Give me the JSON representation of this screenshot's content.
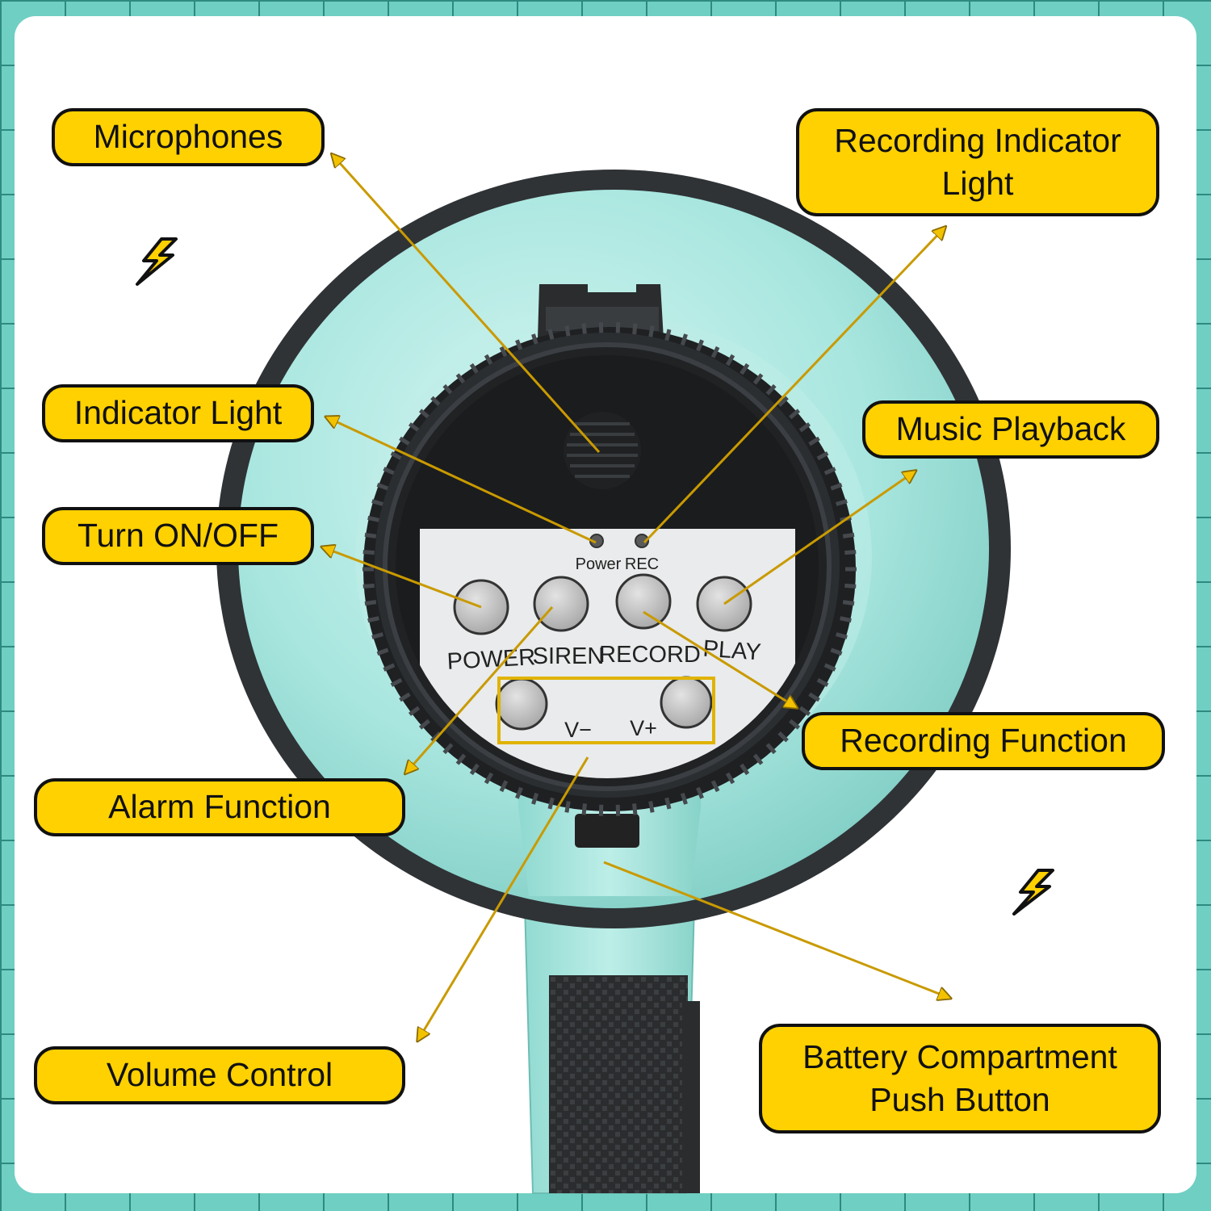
{
  "colors": {
    "background_grid": "#6FCFC3",
    "grid_lines": "#2E8A80",
    "panel": "#FFFFFF",
    "callout_fill": "#FFD100",
    "callout_border": "#111111",
    "arrow": "#D9A800",
    "megaphone_body": "#A8E6DF",
    "megaphone_rim": "#2F3336",
    "face_plate": "#E9EBEC",
    "button": "#BDBDBD"
  },
  "callouts": {
    "microphones": "Microphones",
    "recording_indicator_line1": "Recording Indicator",
    "recording_indicator_line2": "Light",
    "indicator_light": "Indicator Light",
    "music_playback": "Music Playback",
    "turn_on_off": "Turn ON/OFF",
    "recording_function": "Recording Function",
    "alarm_function": "Alarm Function",
    "volume_control": "Volume Control",
    "battery_line1": "Battery Compartment",
    "battery_line2": "Push Button"
  },
  "device": {
    "power_led_label": "Power",
    "rec_led_label": "REC",
    "btn_power": "POWER",
    "btn_siren": "SIREN",
    "btn_record": "RECORD",
    "btn_play": "PLAY",
    "btn_vol_down": "V−",
    "btn_vol_up": "V+"
  },
  "icons": [
    "lightning-icon",
    "lightning-icon"
  ]
}
